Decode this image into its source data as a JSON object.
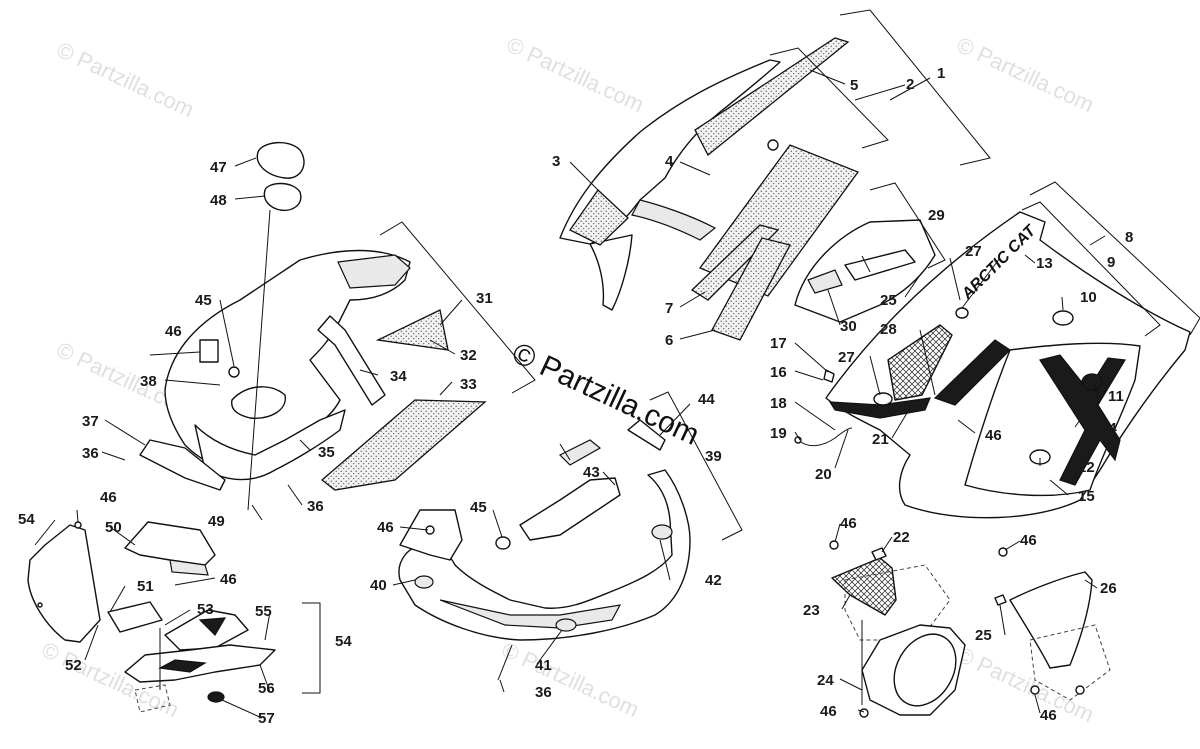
{
  "watermarks": {
    "small": "© Partzilla.com",
    "center": "© Partzilla.com"
  },
  "brand_text": "ARCTIC CAT",
  "callouts": [
    "1",
    "2",
    "3",
    "4",
    "5",
    "6",
    "7",
    "8",
    "9",
    "10",
    "11",
    "12",
    "13",
    "14",
    "15",
    "16",
    "17",
    "18",
    "19",
    "20",
    "21",
    "22",
    "23",
    "24",
    "25",
    "26",
    "27",
    "28",
    "29",
    "30",
    "31",
    "32",
    "33",
    "34",
    "35",
    "36",
    "37",
    "38",
    "39",
    "40",
    "41",
    "42",
    "43",
    "44",
    "45",
    "46",
    "47",
    "48",
    "49",
    "50",
    "51",
    "52",
    "53",
    "54",
    "55",
    "56",
    "57"
  ]
}
